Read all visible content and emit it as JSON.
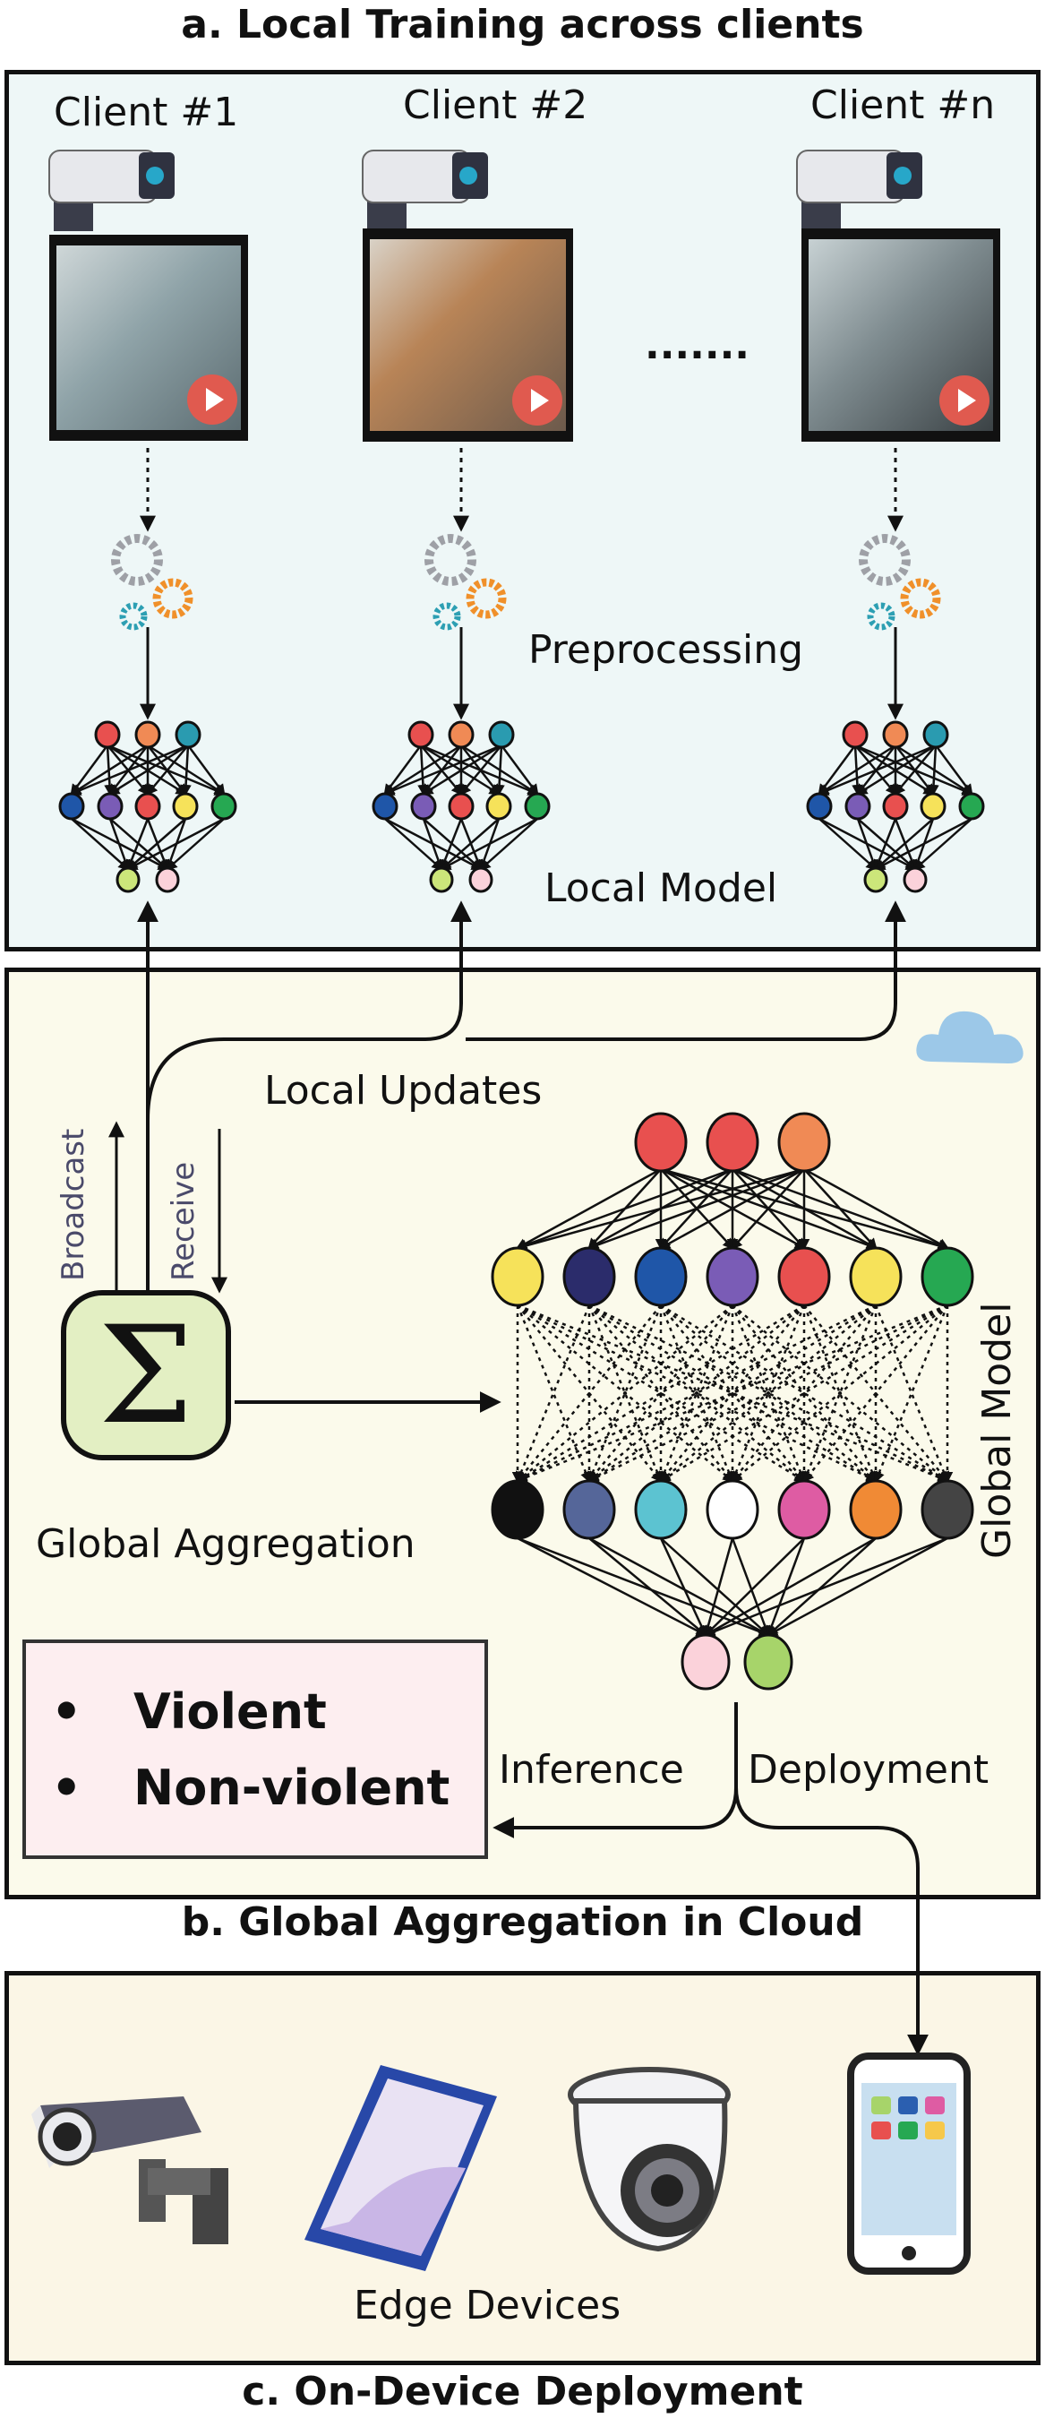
{
  "sections": {
    "a_title": "a. Local Training across clients",
    "b_title": "b. Global Aggregation in Cloud",
    "c_title": "c. On-Device Deployment"
  },
  "clients": [
    {
      "label": "Client #1"
    },
    {
      "label": "Client #2"
    },
    {
      "label": "Client #n"
    }
  ],
  "ellipsis": ".......",
  "labels": {
    "preprocessing": "Preprocessing",
    "local_model": "Local Model",
    "local_updates": "Local Updates",
    "broadcast": "Broadcast",
    "receive": "Receive",
    "global_aggregation": "Global Aggregation",
    "global_model": "Global Model",
    "inference": "Inference",
    "deployment": "Deployment",
    "edge_devices": "Edge Devices",
    "sigma": "Σ"
  },
  "classes": [
    "Violent",
    "Non-violent"
  ],
  "global_model": {
    "input_colors": [
      "#e8504f",
      "#e8504f",
      "#f08a55"
    ],
    "hidden1_colors": [
      "#f6e25a",
      "#2b2c6b",
      "#1f56a8",
      "#7a5cb6",
      "#e8504f",
      "#f6e25a",
      "#26a852"
    ],
    "hidden2_colors": [
      "#111111",
      "#556699",
      "#5cc3d1",
      "#ffffff",
      "#de5ca3",
      "#f08a35",
      "#444444"
    ],
    "output_colors": [
      "#fbd2da",
      "#a7d46a"
    ]
  },
  "local_model": {
    "input_colors": [
      "#e8504f",
      "#f08a55",
      "#2a9bb0"
    ],
    "hidden_colors": [
      "#1f56a8",
      "#7a5cb6",
      "#e8504f",
      "#f6e25a",
      "#26a852"
    ],
    "output_colors": [
      "#cce67a",
      "#fbd2da"
    ]
  },
  "colors": {
    "panel_a_bg": "#eef7f7",
    "panel_b_bg": "#fbfaeb",
    "panel_c_bg": "#fbf6e6",
    "cloud": "#9cc8e8",
    "legend_bg": "#fdeef0",
    "sigma_bg": "#e3efc3"
  },
  "devices": [
    "bullet-camera",
    "smartphone",
    "dome-camera",
    "tablet-phone"
  ]
}
